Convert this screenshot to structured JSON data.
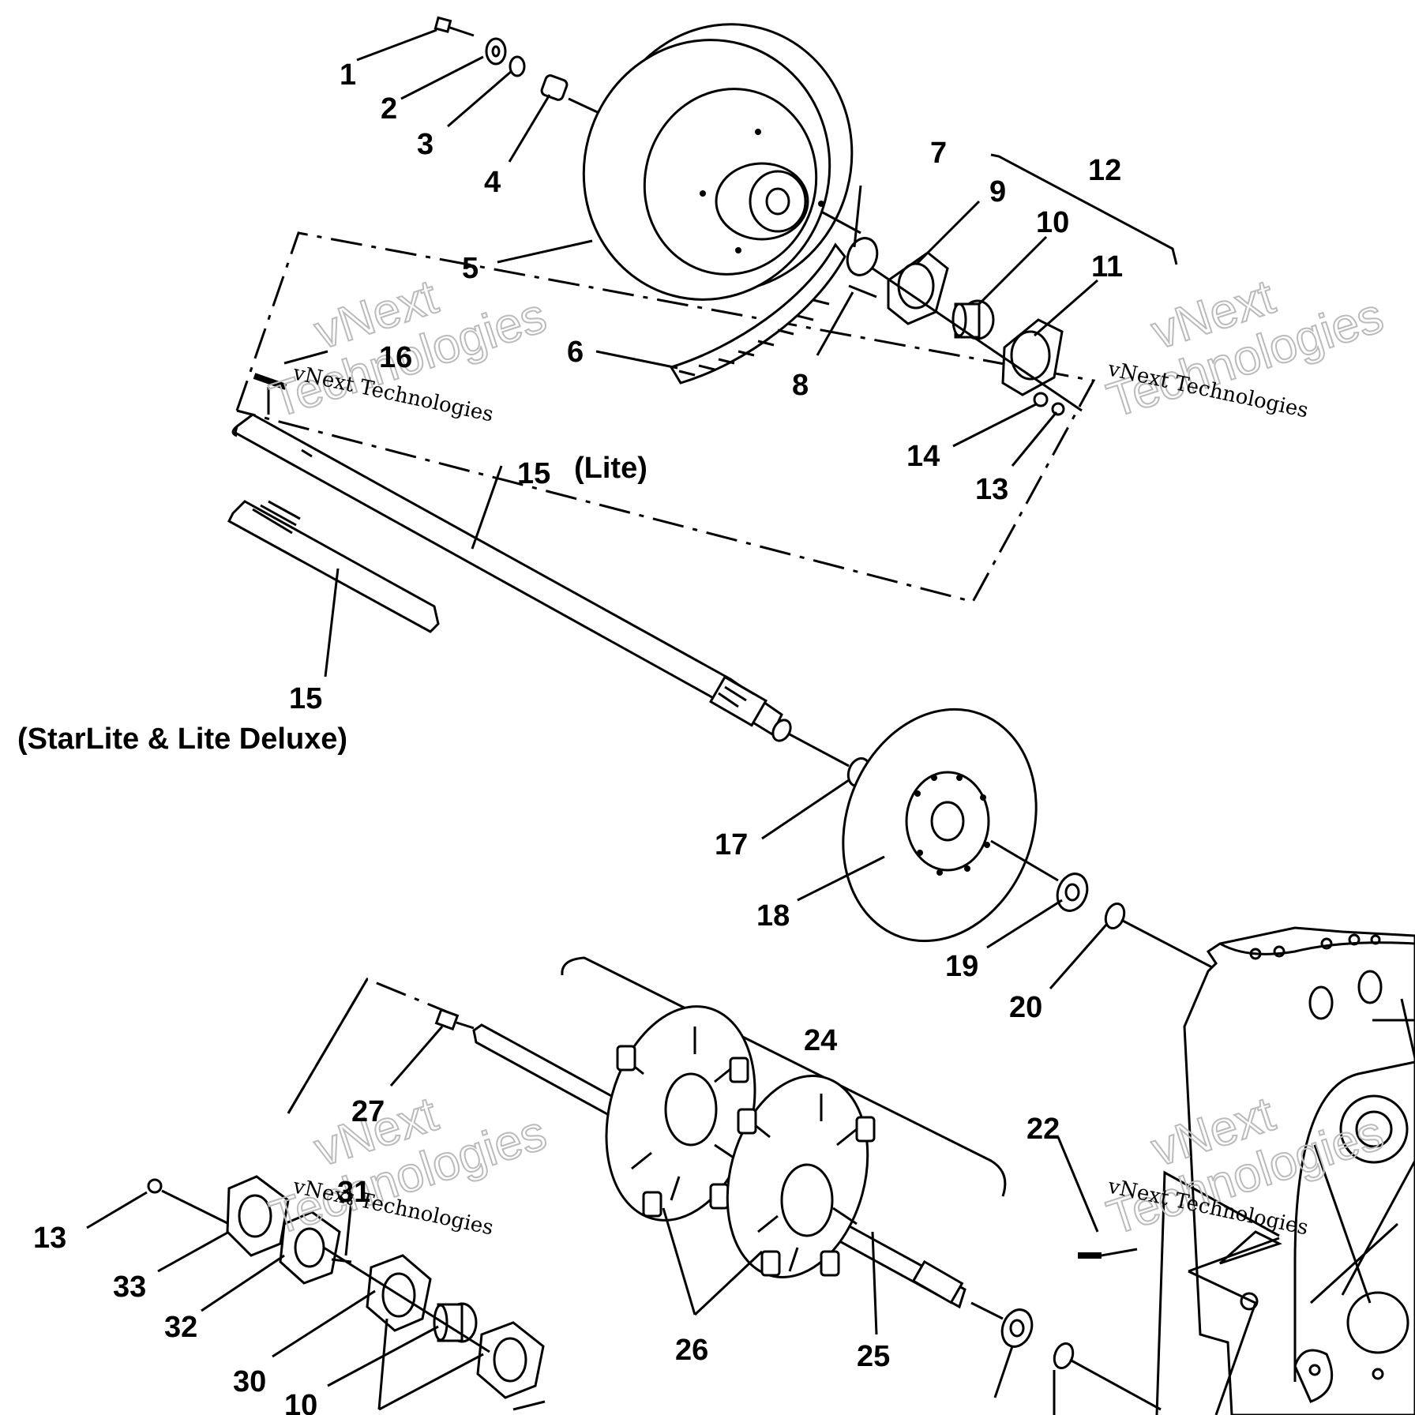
{
  "labels": {
    "l1": "1",
    "l2": "2",
    "l3": "3",
    "l4": "4",
    "l5": "5",
    "l6": "6",
    "l7": "7",
    "l8": "8",
    "l9": "9",
    "l10": "10",
    "l11": "11",
    "l12": "12",
    "l13": "13",
    "l14": "14",
    "l15a": "15",
    "l15_lite": "(Lite)",
    "l15b": "15",
    "l15_starlite": "(StarLite & Lite Deluxe)",
    "l16": "16",
    "l17": "17",
    "l18": "18",
    "l19": "19",
    "l20": "20",
    "l22": "22",
    "l24": "24",
    "l25": "25",
    "l26": "26",
    "l27": "27",
    "l13b": "13",
    "l33": "33",
    "l31": "31",
    "l32": "32",
    "l30": "30",
    "l10b": "10"
  },
  "watermark": {
    "line": "vNext Technologies",
    "big_top": "vNext",
    "big_bottom": "Technologies"
  }
}
